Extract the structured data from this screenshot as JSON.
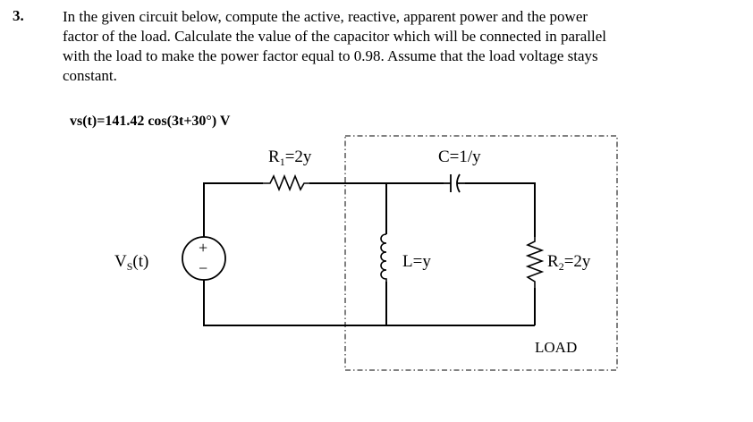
{
  "question": {
    "number": "3.",
    "lines": [
      "In the given circuit below, compute the active, reactive, apparent power and the power",
      "factor of the load. Calculate the value of the capacitor which will be connected in parallel",
      "with the load to make the power factor equal to 0.98. Assume that the load voltage stays",
      "constant."
    ]
  },
  "circuit": {
    "source_equation": "vs(t)=141.42 cos(3t+30°) V",
    "source_label": "V",
    "source_label_sub": "S",
    "source_label_arg": "(t)",
    "plus_sign": "+",
    "minus_sign": "−",
    "r1_label": "R",
    "r1_sub": "1",
    "r1_value": "=2y",
    "cap_label": "C=1/y",
    "inductor_label": "L=y",
    "r2_label": "R",
    "r2_sub": "2",
    "r2_value": "=2y",
    "load_label": "LOAD"
  }
}
